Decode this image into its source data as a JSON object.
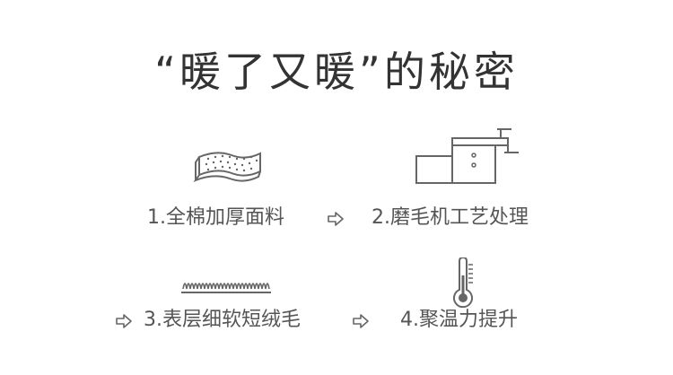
{
  "title": "“暖了又暖”的秘密",
  "steps": [
    {
      "label": "1.全棉加厚面料",
      "icon": "fabric-icon"
    },
    {
      "label": "2.磨毛机工艺处理",
      "icon": "brushing-machine-icon"
    },
    {
      "label": "3.表层细软短绒毛",
      "icon": "short-fleece-icon"
    },
    {
      "label": "4.聚温力提升",
      "icon": "thermometer-icon"
    }
  ],
  "arrow_icon": "arrow-right-icon",
  "colors": {
    "title": "#333333",
    "text": "#555555",
    "line": "#666666"
  }
}
